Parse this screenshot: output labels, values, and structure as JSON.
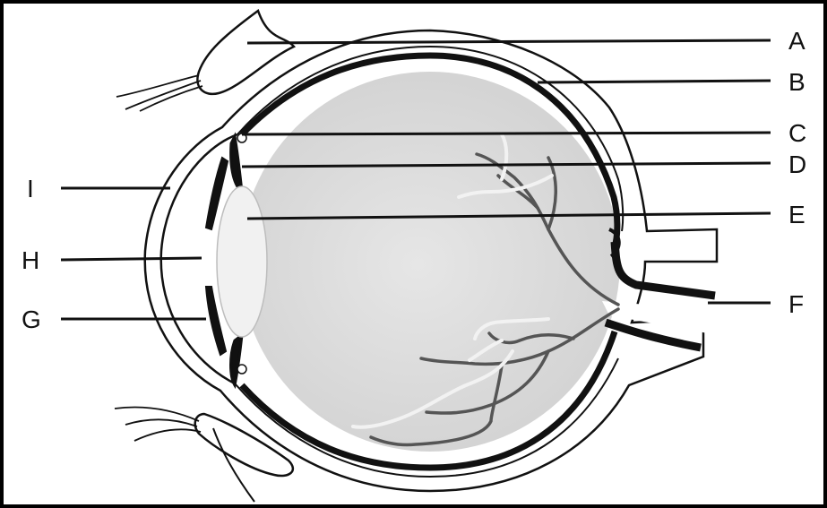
{
  "labels": {
    "A": "A",
    "B": "B",
    "C": "C",
    "D": "D",
    "E": "E",
    "F": "F",
    "G": "G",
    "H": "H",
    "I": "I"
  },
  "colors": {
    "line": "#111111",
    "vitreous": "#d9d9d9",
    "lens": "#f1f1f1",
    "vessel": "#555555",
    "vessel_light": "#f2f2f2"
  }
}
